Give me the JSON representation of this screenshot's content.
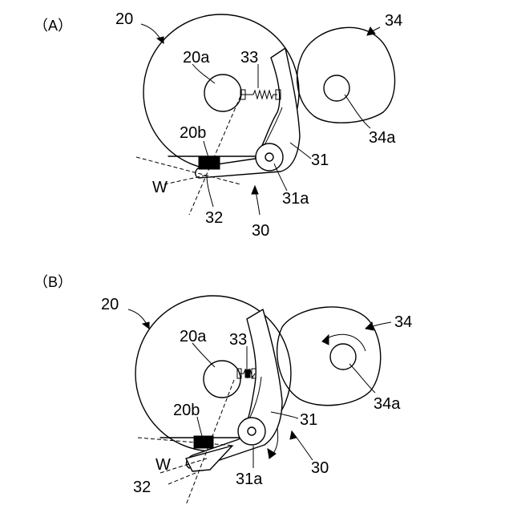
{
  "panels": {
    "a": {
      "label": "（A）",
      "labels": {
        "drum": "20",
        "drum_axis": "20a",
        "member": "20b",
        "spring": "33",
        "roller": "34",
        "roller_axis": "34a",
        "lever": "31",
        "lever_axis": "31a",
        "blade": "32",
        "unit": "30",
        "web": "W"
      }
    },
    "b": {
      "label": "（B）",
      "labels": {
        "drum": "20",
        "drum_axis": "20a",
        "member": "20b",
        "spring": "33",
        "roller": "34",
        "roller_axis": "34a",
        "lever": "31",
        "lever_axis": "31a",
        "blade": "32",
        "unit": "30",
        "web": "W"
      }
    }
  }
}
